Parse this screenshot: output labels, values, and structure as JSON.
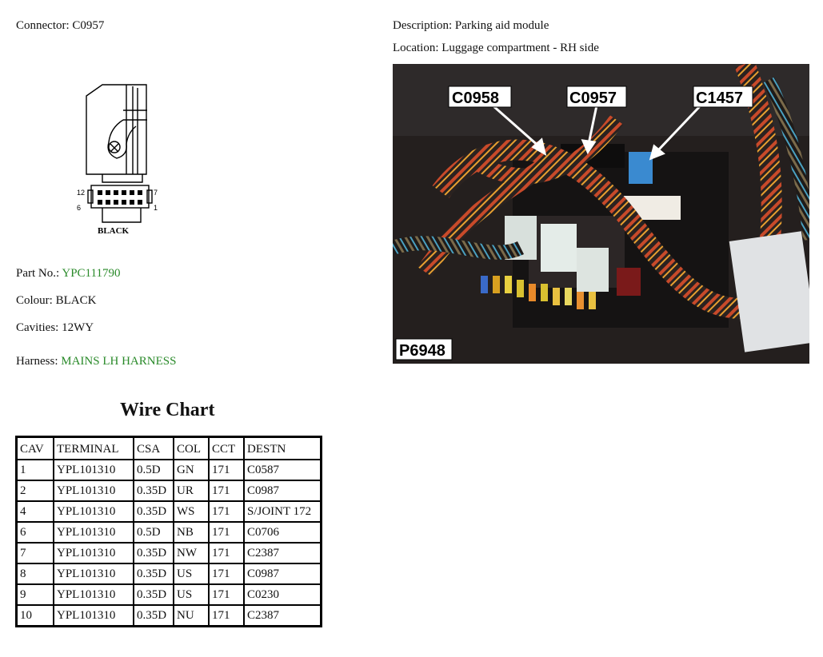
{
  "connector": {
    "label": "Connector:",
    "value": "C0957"
  },
  "description": {
    "label": "Description:",
    "value": "Parking aid module"
  },
  "location": {
    "label": "Location:",
    "value": "Luggage compartment - RH side"
  },
  "connector_diagram": {
    "pin_left_top": "12",
    "pin_right_top": "7",
    "pin_left_bottom": "6",
    "pin_right_bottom": "1",
    "caption": "BLACK"
  },
  "part_no": {
    "label": "Part No.:",
    "value": "YPC111790"
  },
  "colour": {
    "label": "Colour:",
    "value": "BLACK"
  },
  "cavities": {
    "label": "Cavities:",
    "value": "12WY"
  },
  "harness": {
    "label": "Harness:",
    "value": "MAINS LH HARNESS"
  },
  "photo": {
    "callouts": [
      "C0958",
      "C0957",
      "C1457"
    ],
    "ref": "P6948"
  },
  "wire_chart": {
    "title": "Wire Chart",
    "headers": [
      "CAV",
      "TERMINAL",
      "CSA",
      "COL",
      "CCT",
      "DESTN"
    ],
    "rows": [
      [
        "1",
        "YPL101310",
        "0.5D",
        "GN",
        "171",
        "C0587"
      ],
      [
        "2",
        "YPL101310",
        "0.35D",
        "UR",
        "171",
        "C0987"
      ],
      [
        "4",
        "YPL101310",
        "0.35D",
        "WS",
        "171",
        "S/JOINT 172"
      ],
      [
        "6",
        "YPL101310",
        "0.5D",
        "NB",
        "171",
        "C0706"
      ],
      [
        "7",
        "YPL101310",
        "0.35D",
        "NW",
        "171",
        "C2387"
      ],
      [
        "8",
        "YPL101310",
        "0.35D",
        "US",
        "171",
        "C0987"
      ],
      [
        "9",
        "YPL101310",
        "0.35D",
        "US",
        "171",
        "C0230"
      ],
      [
        "10",
        "YPL101310",
        "0.35D",
        "NU",
        "171",
        "C2387"
      ]
    ]
  },
  "colors": {
    "link_green": "#2a8a2a"
  }
}
